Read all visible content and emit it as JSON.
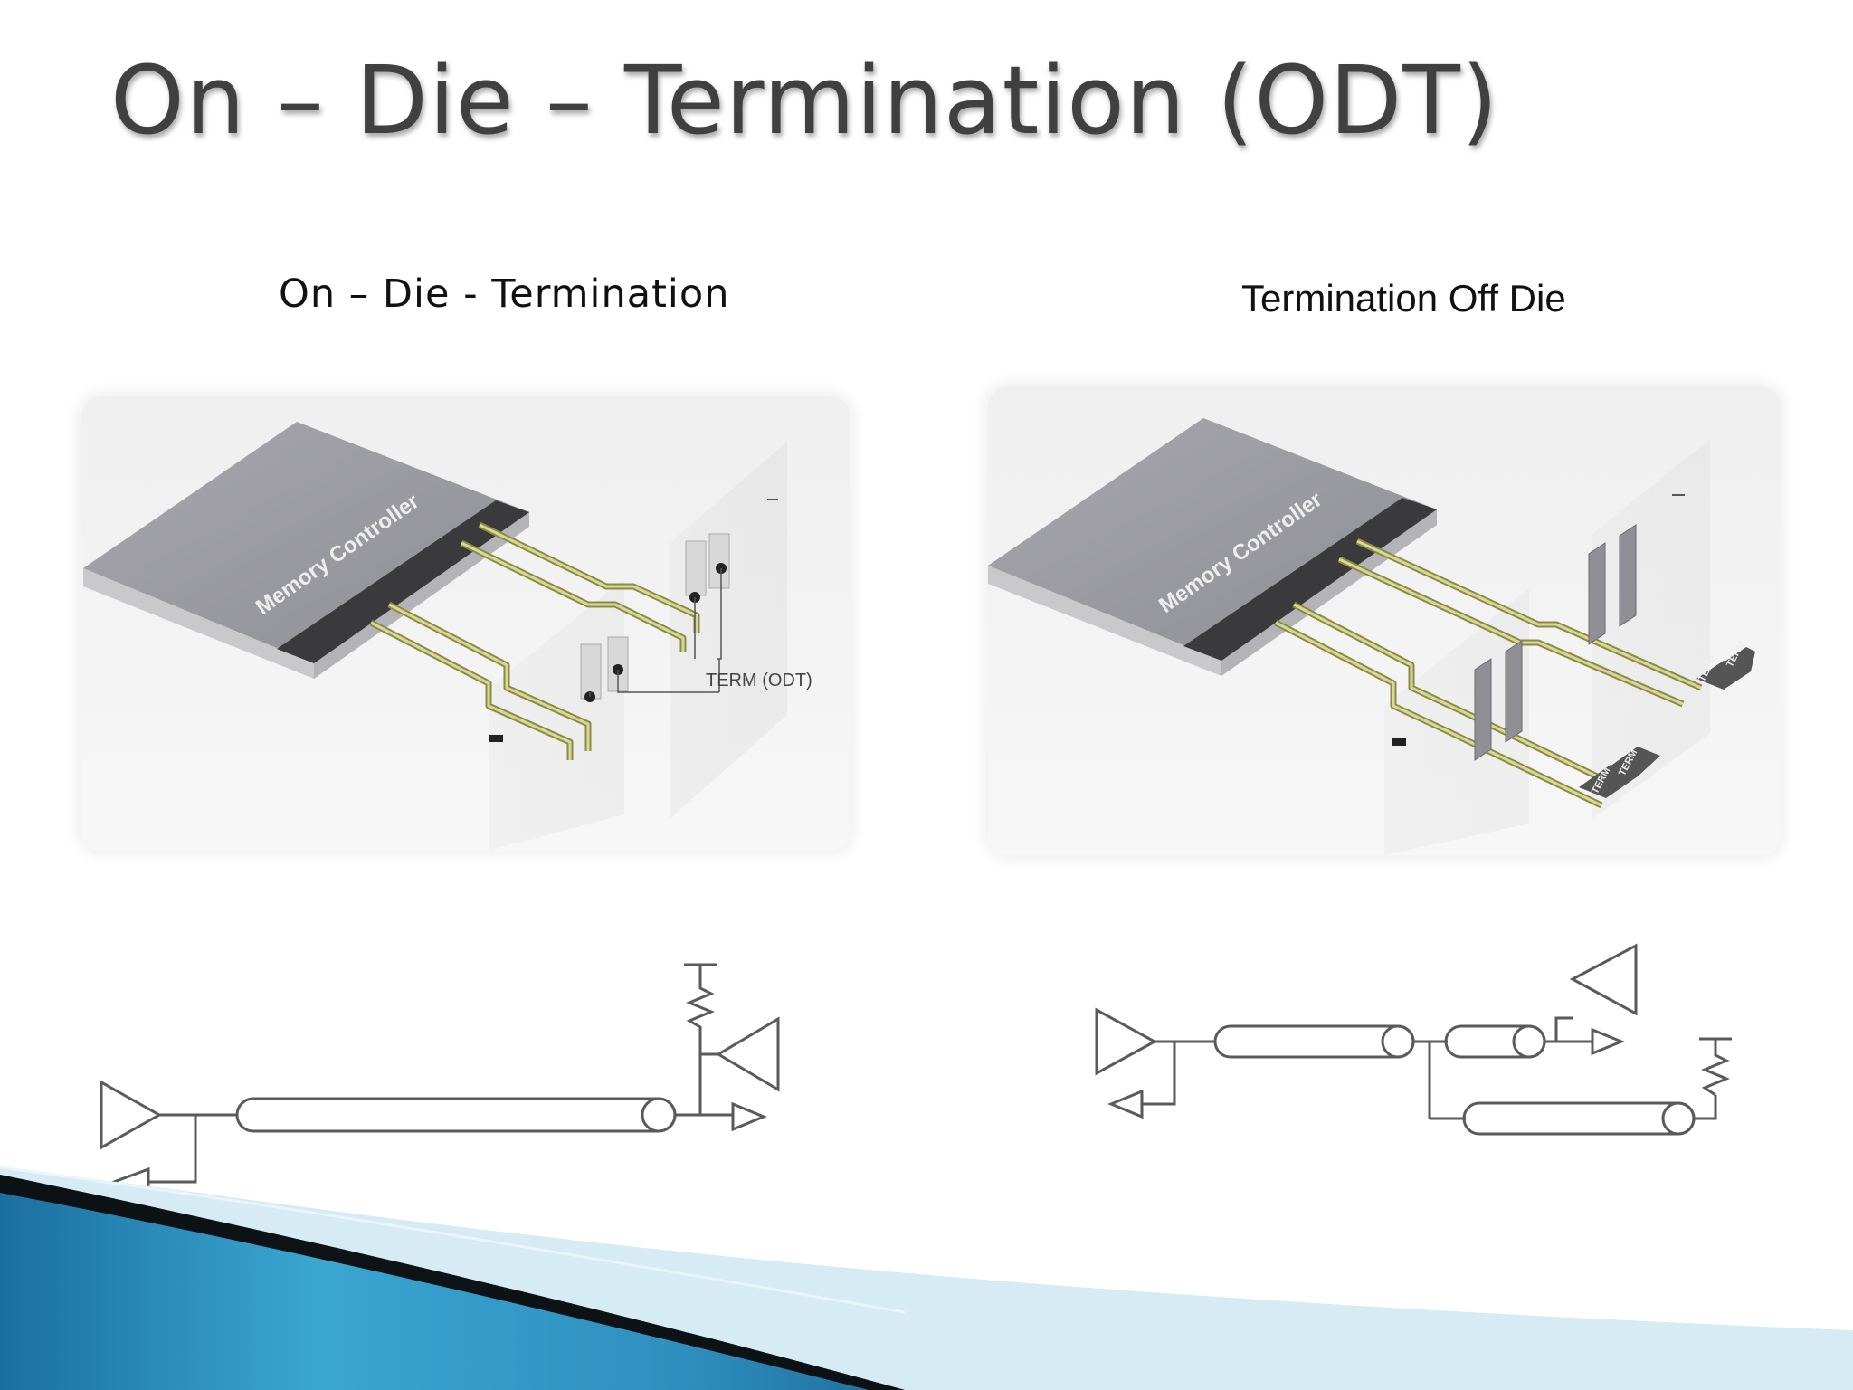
{
  "slide": {
    "title": "On – Die – Termination (ODT)"
  },
  "left": {
    "heading": "On – Die - Termination",
    "chip_label": "Memory Controller",
    "term_label": "TERM (ODT)"
  },
  "right": {
    "heading": "Termination Off Die",
    "chip_label": "Memory Controller",
    "term_labels": [
      "TERM",
      "TERM",
      "TERM",
      "TERM"
    ]
  },
  "colors": {
    "title": "#404040",
    "schematic_stroke": "#5a5a5a",
    "chip_top": "#9a9aa0",
    "trace": "#c8c87a",
    "swoosh_blue": "#1e7fb2",
    "swoosh_light": "#cfe7f1"
  }
}
